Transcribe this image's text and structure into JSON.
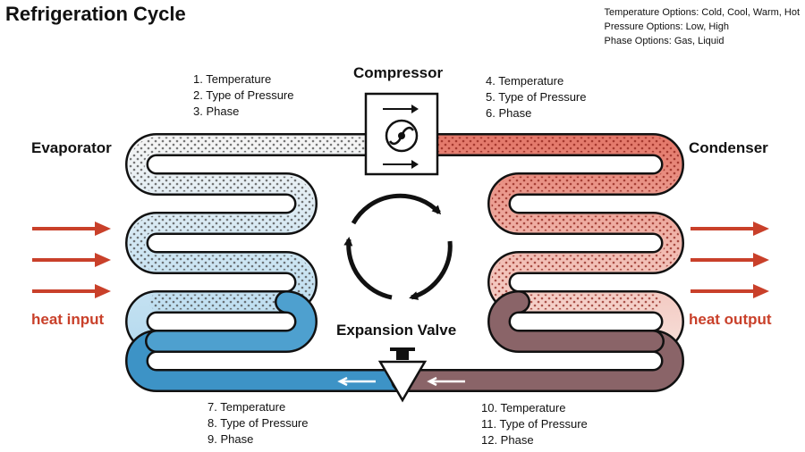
{
  "title": "Refrigeration Cycle",
  "options": {
    "temperature": "Temperature Options: Cold, Cool, Warm, Hot",
    "pressure": "Pressure Options: Low, High",
    "phase": "Phase Options: Gas, Liquid"
  },
  "components": {
    "compressor": "Compressor",
    "evaporator": "Evaporator",
    "condenser": "Condenser",
    "expansion_valve": "Expansion Valve"
  },
  "heat": {
    "input": "heat input",
    "output": "heat output"
  },
  "questions": {
    "q1": "1. Temperature",
    "q2": "2. Type of Pressure",
    "q3": "3. Phase",
    "q4": "4. Temperature",
    "q5": "5. Type of Pressure",
    "q6": "6. Phase",
    "q7": "7. Temperature",
    "q8": "8. Type of Pressure",
    "q9": "9. Phase",
    "q10": "10. Temperature",
    "q11": "11. Type of Pressure",
    "q12": "12. Phase"
  },
  "colors": {
    "heat_arrow": "#c9402a",
    "cold_liquid": "#3d93c6",
    "warm_liquid": "#8a6468",
    "hot_gas": "#d2463a",
    "cool_gas": "#dbe8f2"
  }
}
